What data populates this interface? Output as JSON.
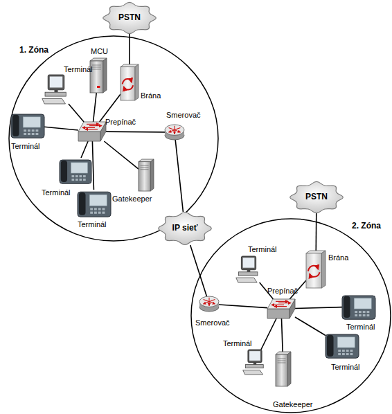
{
  "diagram": {
    "nodes": [
      {
        "text": [
          "PSTN"
        ]
      },
      {
        "text": [
          "1. Zóna"
        ]
      },
      {
        "text": [
          "MCU"
        ],
        "in": 1
      },
      {
        "text": [
          "Terminál"
        ],
        "in": 1
      },
      {
        "text": [
          "Brána"
        ],
        "in": 1
      },
      {
        "text": [
          "Prepínač"
        ],
        "in": 1
      },
      {
        "text": [
          "Smerovač"
        ],
        "in": 1
      },
      {
        "text": [
          "Terminál"
        ],
        "in": 1
      },
      {
        "text": [
          "Terminál"
        ],
        "in": 1
      },
      {
        "text": [
          "Terminál"
        ],
        "in": 1
      },
      {
        "text": [
          "Gatekeeper"
        ],
        "in": 1
      },
      {
        "text": [
          "IP sieť"
        ]
      },
      {
        "text": [
          "PSTN"
        ]
      },
      {
        "text": [
          "2. Zóna"
        ]
      },
      {
        "text": [
          "Terminál"
        ],
        "in": 13
      },
      {
        "text": [
          "Brána"
        ],
        "in": 13
      },
      {
        "text": [
          "Prepínač"
        ],
        "in": 13
      },
      {
        "text": [
          "Terminál"
        ],
        "in": 13
      },
      {
        "text": [
          "Smerovač"
        ],
        "in": 13
      },
      {
        "text": [
          "Terminál"
        ],
        "in": 13
      },
      {
        "text": [
          "Terminál"
        ],
        "in": 13
      },
      {
        "text": [
          "Gatekeeper"
        ],
        "in": 13
      }
    ],
    "edges": [
      {
        "from": 0,
        "to": 4,
        "arrow": "none"
      },
      {
        "from": 4,
        "to": 5,
        "arrow": "none"
      },
      {
        "from": 2,
        "to": 5,
        "arrow": "none"
      },
      {
        "from": 3,
        "to": 5,
        "arrow": "none"
      },
      {
        "from": 5,
        "to": 6,
        "arrow": "none"
      },
      {
        "from": 7,
        "to": 5,
        "arrow": "none"
      },
      {
        "from": 8,
        "to": 5,
        "arrow": "none"
      },
      {
        "from": 9,
        "to": 5,
        "arrow": "none"
      },
      {
        "from": 10,
        "to": 5,
        "arrow": "none"
      },
      {
        "from": 6,
        "to": 11,
        "arrow": "none"
      },
      {
        "from": 11,
        "to": 18,
        "arrow": "none"
      },
      {
        "from": 12,
        "to": 15,
        "arrow": "none"
      },
      {
        "from": 15,
        "to": 16,
        "arrow": "none"
      },
      {
        "from": 14,
        "to": 16,
        "arrow": "none"
      },
      {
        "from": 18,
        "to": 16,
        "arrow": "none"
      },
      {
        "from": 16,
        "to": 17,
        "arrow": "none"
      },
      {
        "from": 16,
        "to": 19,
        "arrow": "none"
      },
      {
        "from": 20,
        "to": 16,
        "arrow": "none"
      },
      {
        "from": 21,
        "to": 16,
        "arrow": "none"
      }
    ]
  }
}
